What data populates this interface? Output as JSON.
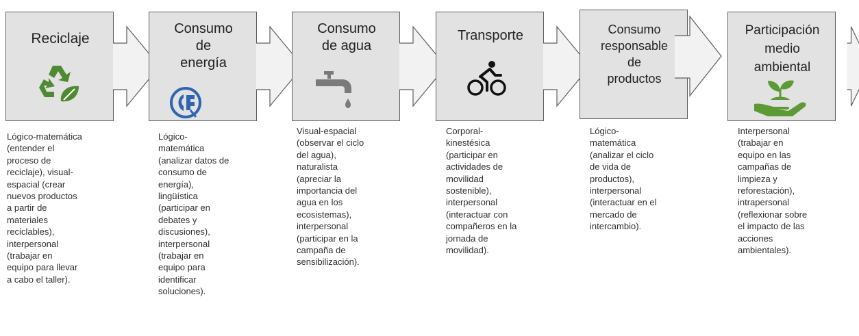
{
  "steps": [
    {
      "title": "Reciclaje",
      "icon": "recycle-leaf-icon",
      "description": "Lógico-matemática\n(entender el\nproceso de\nreciclaje), visual-\nespacial (crear\nnuevos productos\na partir de\nmateriales\nreciclables),\ninterpersonal\n(trabajar en\nequipo para llevar\na cabo el taller)."
    },
    {
      "title": "Consumo\nde\nenergía",
      "icon": "energy-plug-icon",
      "description": "Lógico-\nmatemática\n(analizar datos de\nconsumo de\nenergía),\nlingüística\n(participar en\ndebates y\ndiscusiones),\ninterpersonal\n(trabajar en\nequipo para\nidentificar\nsoluciones)."
    },
    {
      "title": "Consumo\nde agua",
      "icon": "water-faucet-icon",
      "description": "Visual-espacial\n(observar el ciclo\ndel agua),\nnaturalista\n(apreciar la\nimportancia del\nagua en los\necosistemas),\ninterpersonal\n(participar en la\ncampaña de\nsensibilización)."
    },
    {
      "title": "Transporte",
      "icon": "cyclist-icon",
      "description": "Corporal-\nkinestésica\n(participar en\nactividades de\nmovilidad\nsostenible),\ninterpersonal\n(interactuar con\ncompañeros en la\njornada de\nmovilidad)."
    },
    {
      "title": "Consumo\nresponsable\nde\nproductos",
      "icon": "",
      "description": "Lógico-\nmatemática\n(analizar el ciclo\nde vida de\nproductos),\ninterpersonal\n(interactuar en el\nmercado de\nintercambio)."
    },
    {
      "title": "Participación\nmedio\nambiental",
      "icon": "hand-plant-icon",
      "description": "Interpersonal\n(trabajar en\nequipo en las\ncampañas de\nlimpieza y\nreforestación),\nintrapersonal\n(reflexionar sobre\nel impacto de las\nacciones\nambientales)."
    }
  ],
  "colors": {
    "box_fill": "#e2e2e2",
    "box_border": "#5e5e5e",
    "arrow_fill": "#f2f2f2",
    "recycle_green": "#4e8a32",
    "energy_blue": "#2f64b0",
    "faucet_gray": "#7a7a7a",
    "plant_green": "#5b9a35"
  }
}
